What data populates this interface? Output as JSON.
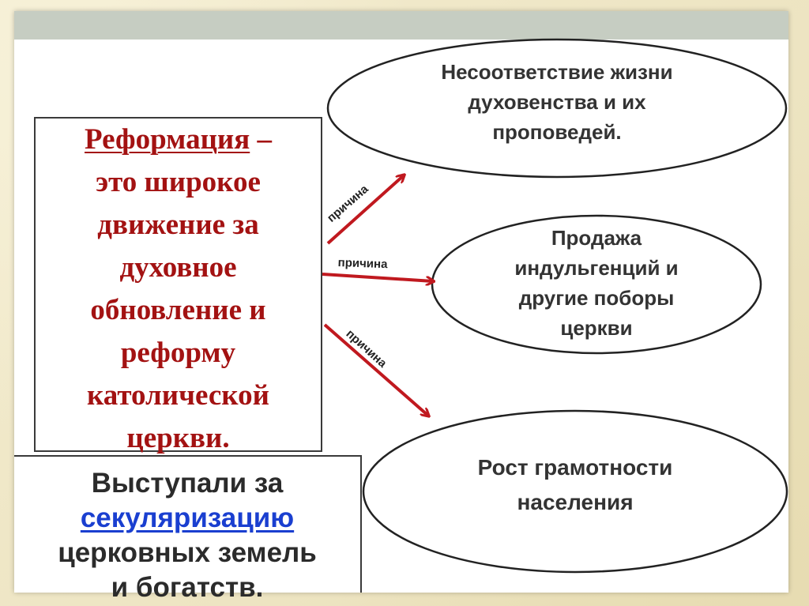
{
  "definition": {
    "term": "Реформация",
    "dash": " –",
    "lines": [
      "это широкое",
      "движение за",
      "духовное",
      "обновление и",
      "реформу",
      "католической",
      "церкви."
    ]
  },
  "secularization": {
    "line1": "Выступали за",
    "link": "секуляризацию",
    "line3": "церковных земель",
    "line4": "и богатств."
  },
  "causes": [
    {
      "lines": [
        "Несоответствие жизни",
        "духовенства и их",
        "проповедей."
      ],
      "arrow_label": "причина"
    },
    {
      "lines": [
        "Продажа",
        "индульгенций и",
        "другие поборы",
        "церкви"
      ],
      "arrow_label": "причина"
    },
    {
      "lines": [
        "Рост грамотности",
        "населения"
      ],
      "arrow_label": "причина"
    }
  ],
  "colors": {
    "arrow": "#c0191f",
    "definition_text": "#a31212",
    "link": "#1a3fd0"
  }
}
